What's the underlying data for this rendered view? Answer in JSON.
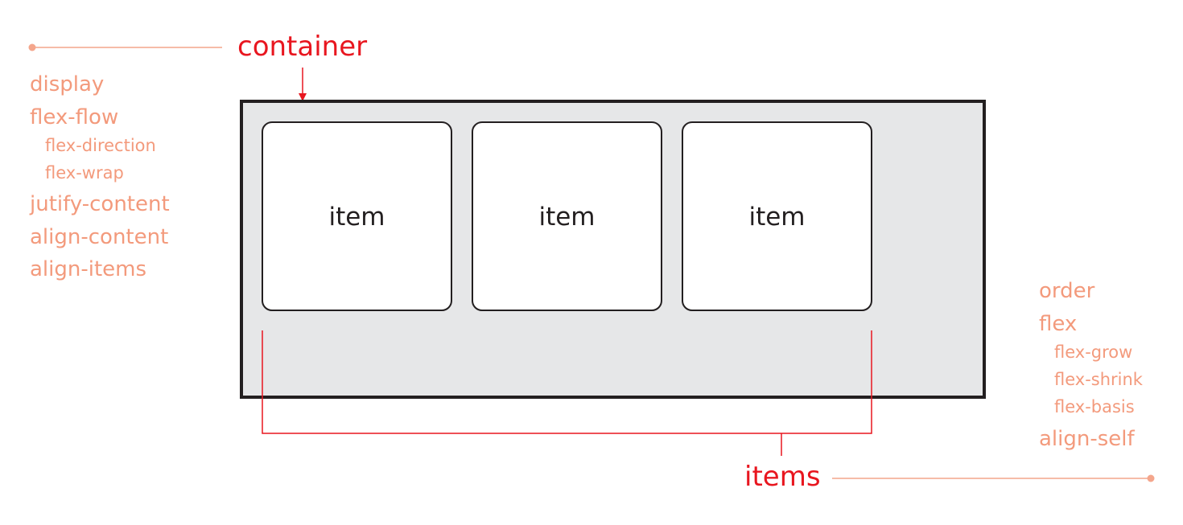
{
  "labels": {
    "container": "container",
    "items": "items"
  },
  "container_properties": [
    {
      "text": "display",
      "level": 0
    },
    {
      "text": "flex-flow",
      "level": 0
    },
    {
      "text": "flex-direction",
      "level": 1
    },
    {
      "text": "flex-wrap",
      "level": 1
    },
    {
      "text": "jutify-content",
      "level": 0
    },
    {
      "text": "align-content",
      "level": 0
    },
    {
      "text": "align-items",
      "level": 0
    }
  ],
  "item_properties": [
    {
      "text": "order",
      "level": 0
    },
    {
      "text": "flex",
      "level": 0
    },
    {
      "text": "flex-grow",
      "level": 1
    },
    {
      "text": "flex-shrink",
      "level": 1
    },
    {
      "text": "flex-basis",
      "level": 1
    },
    {
      "text": "align-self",
      "level": 0
    }
  ],
  "items": [
    "item",
    "item",
    "item"
  ],
  "colors": {
    "label_red": "#e8161f",
    "property_salmon": "#f39a7c",
    "leader_line": "#f4a68c",
    "container_fill": "#e6e7e8",
    "border_dark": "#231f20",
    "item_fill": "#ffffff"
  }
}
